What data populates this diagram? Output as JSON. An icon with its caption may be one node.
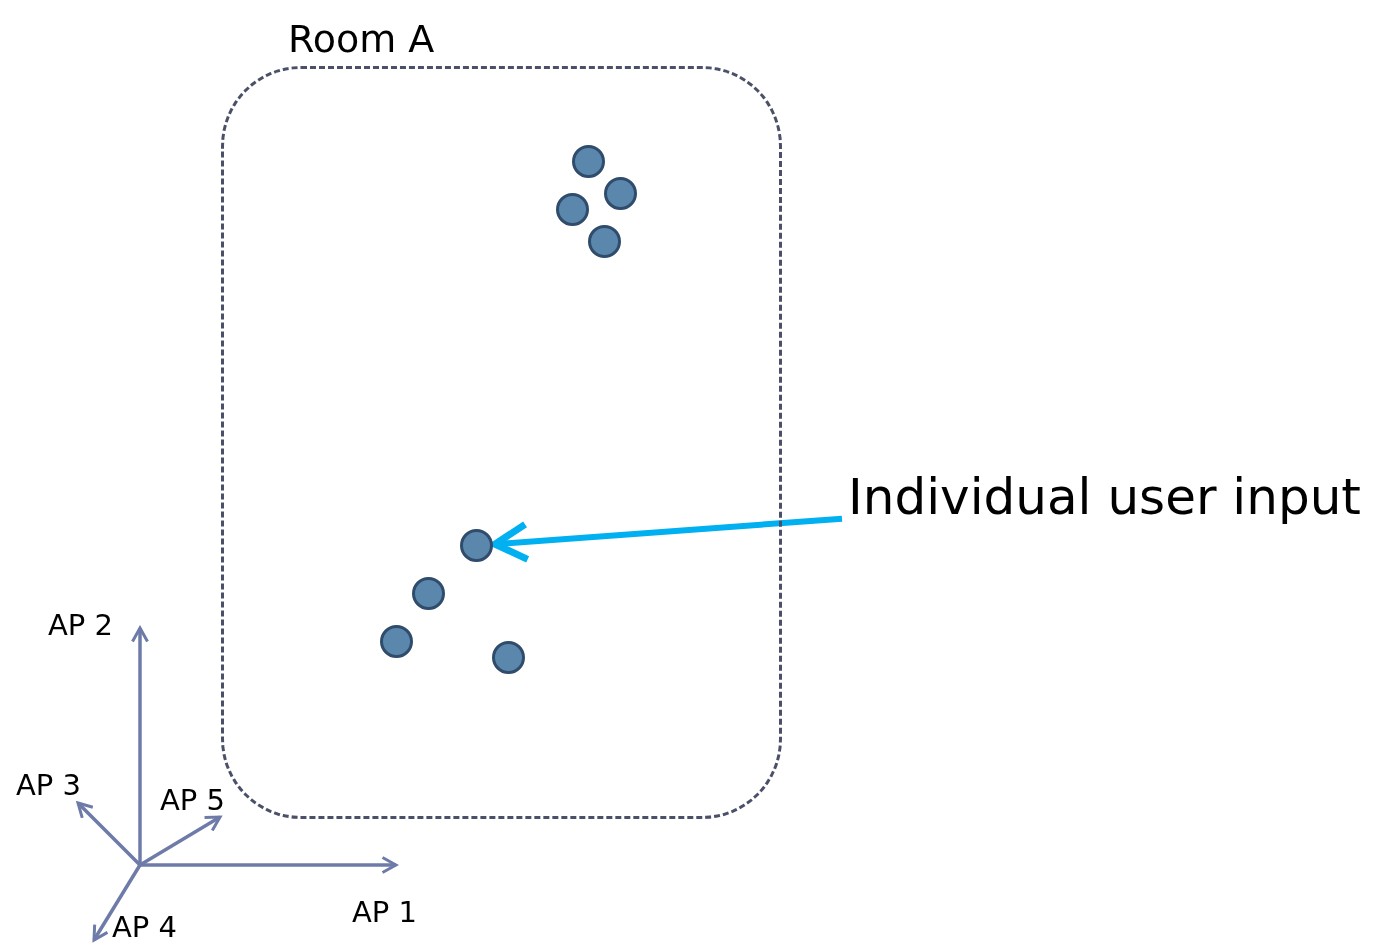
{
  "diagram": {
    "nodes": [
      {
        "text": [
          "Room A"
        ]
      },
      {
        "text": [],
        "shape": "circle",
        "in": 0
      },
      {
        "text": [],
        "shape": "circle",
        "in": 0
      },
      {
        "text": [],
        "shape": "circle",
        "in": 0
      },
      {
        "text": [],
        "shape": "circle",
        "in": 0
      },
      {
        "text": [],
        "shape": "circle",
        "in": 0
      },
      {
        "text": [],
        "shape": "circle",
        "in": 0
      },
      {
        "text": [],
        "shape": "circle",
        "in": 0
      },
      {
        "text": [],
        "shape": "circle",
        "in": 0
      },
      {
        "text": [
          "Individual user input"
        ]
      }
    ],
    "edges": [
      {
        "from": 9,
        "to": 5,
        "arrow": "to",
        "color": "#00b0f0"
      }
    ],
    "labels": [
      "AP 2",
      "AP 3",
      "AP 5",
      "AP 1",
      "AP 4"
    ]
  }
}
